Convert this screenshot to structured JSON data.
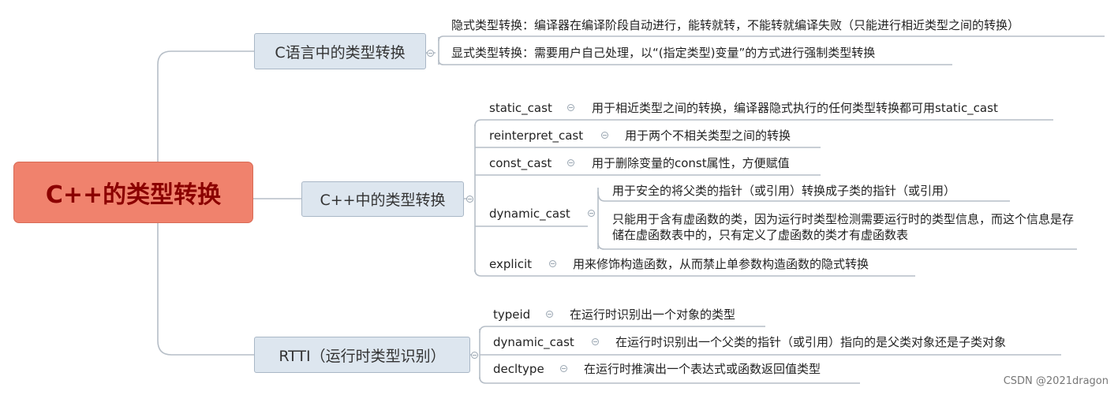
{
  "root": {
    "label": "C++的类型转换"
  },
  "branches": [
    {
      "label": "C语言中的类型转换",
      "items": [
        {
          "text": "隐式类型转换：编译器在编译阶段自动进行，能转就转，不能转就编译失败（只能进行相近类型之间的转换）"
        },
        {
          "text": "显式类型转换：需要用户自己处理，以“(指定类型)变量”的方式进行强制类型转换"
        }
      ]
    },
    {
      "label": "C++中的类型转换",
      "items": [
        {
          "label": "static_cast",
          "desc": "用于相近类型之间的转换，编译器隐式执行的任何类型转换都可用static_cast"
        },
        {
          "label": "reinterpret_cast",
          "desc": "用于两个不相关类型之间的转换"
        },
        {
          "label": "const_cast",
          "desc": "用于删除变量的const属性，方便赋值"
        },
        {
          "label": "dynamic_cast",
          "details": [
            "用于安全的将父类的指针（或引用）转换成子类的指针（或引用）",
            "只能用于含有虚函数的类，因为运行时类型检测需要运行时的类型信息，而这个信息是存储在虚函数表中的，只有定义了虚函数的类才有虚函数表"
          ]
        },
        {
          "label": "explicit",
          "desc": "用来修饰构造函数，从而禁止单参数构造函数的隐式转换"
        }
      ]
    },
    {
      "label": "RTTI（运行时类型识别）",
      "items": [
        {
          "label": "typeid",
          "desc": "在运行时识别出一个对象的类型"
        },
        {
          "label": "dynamic_cast",
          "desc": "在运行时识别出一个父类的指针（或引用）指向的是父类对象还是子类对象"
        },
        {
          "label": "decltype",
          "desc": "在运行时推演出一个表达式或函数返回值类型"
        }
      ]
    }
  ],
  "watermark": "CSDN @2021dragon",
  "colors": {
    "root_fill": "#f0826d",
    "root_text": "#8b0000",
    "branch_fill": "#dde6ef",
    "line": "#b6bec7"
  }
}
